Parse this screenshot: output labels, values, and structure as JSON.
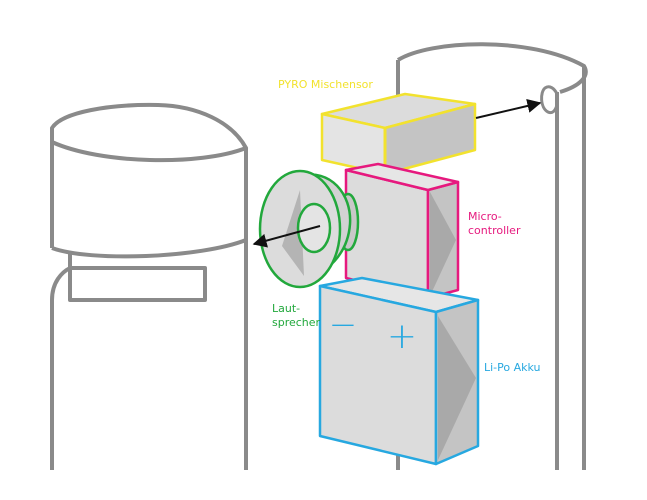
{
  "colors": {
    "outline": "#8a8a8a",
    "fill_light": "#dcdcdc",
    "fill_mid": "#c4c4c4",
    "fill_dark": "#a9a9a9",
    "arrow": "#111111",
    "sensor": "#f2e22e",
    "microcontroller": "#e6197e",
    "speaker": "#22a83c",
    "battery": "#27a8e0"
  },
  "labels": {
    "sensor": "PYRO Mischensor",
    "microcontroller_line1": "Micro-",
    "microcontroller_line2": "controller",
    "speaker_line1": "Laut-",
    "speaker_line2": "sprecher",
    "battery": "Li-Po Akku"
  },
  "battery_symbols": {
    "minus": "−",
    "plus": "+"
  }
}
